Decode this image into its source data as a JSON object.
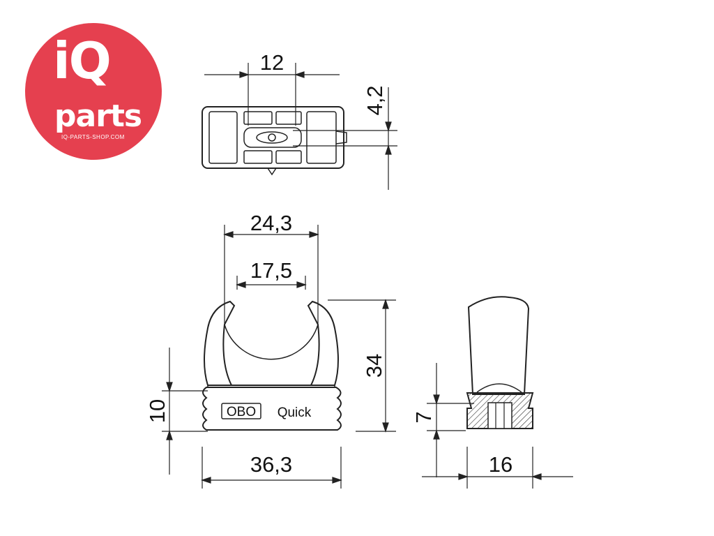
{
  "logo": {
    "brand_main": "iQ",
    "brand_sub": "parts",
    "website": "IQ-PARTS-SHOP.COM",
    "color": "#e5404f"
  },
  "drawing": {
    "top_view": {
      "width_label": "12",
      "height_label": "4,2"
    },
    "front_view": {
      "outer_opening_label": "24,3",
      "inner_opening_label": "17,5",
      "height_label": "34",
      "base_height_label": "10",
      "base_width_label": "36,3",
      "stamp_brand": "OBO",
      "stamp_text": "Quick"
    },
    "side_view": {
      "height_label": "7",
      "width_label": "16"
    }
  }
}
